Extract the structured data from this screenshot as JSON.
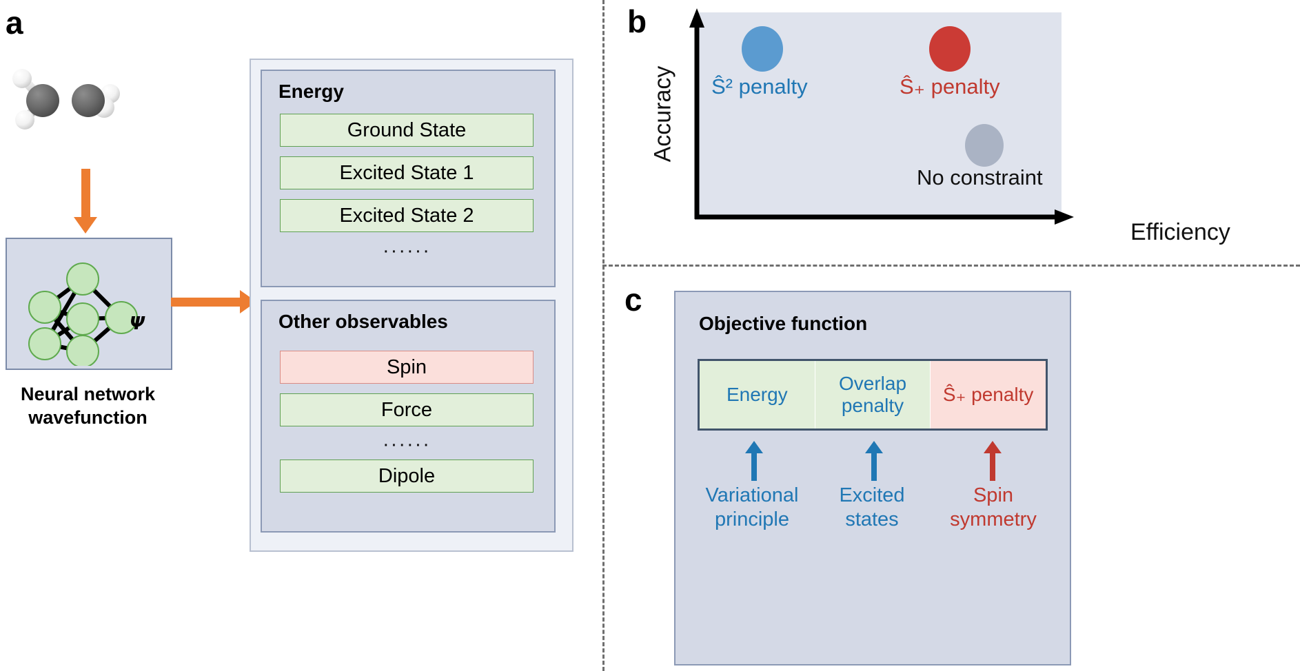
{
  "panels": {
    "a": {
      "letter": "a"
    },
    "b": {
      "letter": "b"
    },
    "c": {
      "letter": "c"
    }
  },
  "panel_a": {
    "molecule_name": "ethylene-molecule",
    "nn_label": "Ψ",
    "caption_line1": "Neural network",
    "caption_line2": "wavefunction",
    "energy": {
      "title": "Energy",
      "items": [
        {
          "label": "Ground State",
          "color": "green"
        },
        {
          "label": "Excited State 1",
          "color": "green"
        },
        {
          "label": "Excited State 2",
          "color": "green"
        }
      ],
      "ellipsis": "······"
    },
    "observables": {
      "title": "Other observables",
      "items_top": [
        {
          "label": "Spin",
          "color": "pink"
        },
        {
          "label": "Force",
          "color": "green"
        }
      ],
      "ellipsis": "······",
      "items_bottom": [
        {
          "label": "Dipole",
          "color": "green"
        }
      ]
    }
  },
  "chart_data": {
    "type": "scatter",
    "title": "",
    "xlabel": "Efficiency",
    "ylabel": "Accuracy",
    "xlim": [
      0,
      1
    ],
    "ylim": [
      0,
      1
    ],
    "grid": false,
    "legend": "none",
    "points": [
      {
        "name": "S² penalty",
        "label": "Ŝ² penalty",
        "x": 0.18,
        "y": 0.82,
        "color": "#5b9bd0",
        "text_color": "#2077b4"
      },
      {
        "name": "S+ penalty",
        "label": "Ŝ₊ penalty",
        "x": 0.72,
        "y": 0.82,
        "color": "#cb3b35",
        "text_color": "#c0392f"
      },
      {
        "name": "No constraint",
        "label": "No constraint",
        "x": 0.8,
        "y": 0.36,
        "color": "#aab3c4",
        "text_color": "#111111"
      }
    ]
  },
  "panel_b": {
    "y_axis_label": "Accuracy",
    "x_axis_label": "Efficiency"
  },
  "panel_c": {
    "title": "Objective function",
    "terms": [
      {
        "label": "Energy",
        "color": "green",
        "text_color": "#2077b4"
      },
      {
        "label": "Overlap\npenalty",
        "color": "green",
        "text_color": "#2077b4"
      },
      {
        "label": "Ŝ₊ penalty",
        "color": "pink",
        "text_color": "#c0392f"
      }
    ],
    "captions": [
      {
        "line1": "Variational",
        "line2": "principle",
        "color": "#2077b4",
        "arrow_color": "#1f77b4"
      },
      {
        "line1": "Excited",
        "line2": "states",
        "color": "#2077b4",
        "arrow_color": "#1f77b4"
      },
      {
        "line1": "Spin",
        "line2": "symmetry",
        "color": "#c0392f",
        "arrow_color": "#c0392f"
      }
    ]
  },
  "colors": {
    "accent_orange": "#ED7D31",
    "blue": "#2077b4",
    "red": "#c0392f",
    "panel_bg": "#d4d9e6",
    "green_item": "#e2efda",
    "pink_item": "#fbdfdb"
  }
}
